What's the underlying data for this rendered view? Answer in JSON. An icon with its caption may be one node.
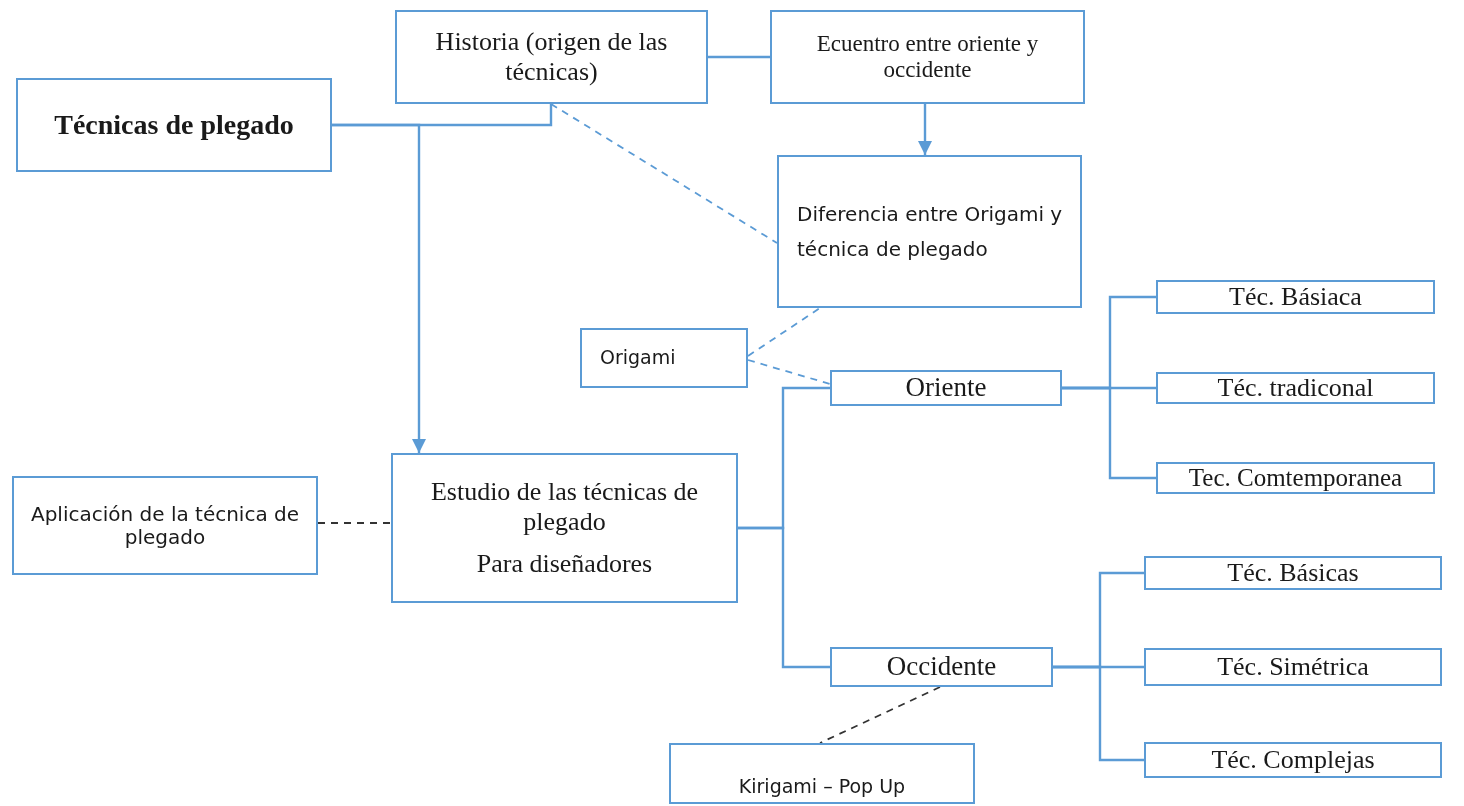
{
  "diagram": {
    "nodes": [
      {
        "text": [
          "Técnicas de plegado"
        ]
      },
      {
        "text": [
          "Historia (origen de las técnicas)"
        ]
      },
      {
        "text": [
          "Ecuentro entre oriente y occidente"
        ]
      },
      {
        "text": [
          "Diferencia entre Origami y técnica de plegado"
        ]
      },
      {
        "text": [
          "Origami"
        ]
      },
      {
        "text": [
          "Oriente"
        ]
      },
      {
        "text": [
          "Estudio de las técnicas de plegado",
          "Para diseñadores"
        ]
      },
      {
        "text": [
          "Aplicación de la técnica de plegado"
        ]
      },
      {
        "text": [
          "Occidente"
        ]
      },
      {
        "text": [
          "Kirigami – Pop Up"
        ]
      },
      {
        "text": [
          "Téc. Básiaca"
        ]
      },
      {
        "text": [
          "Téc. tradiconal"
        ]
      },
      {
        "text": [
          "Tec. Comtemporanea"
        ]
      },
      {
        "text": [
          "Téc. Básicas"
        ]
      },
      {
        "text": [
          "Téc. Simétrica"
        ]
      },
      {
        "text": [
          "Téc. Complejas"
        ]
      }
    ],
    "edges": [
      {
        "from": 0,
        "to": 1,
        "arrow": "none"
      },
      {
        "from": 1,
        "to": 2,
        "arrow": "none"
      },
      {
        "from": 2,
        "to": 3,
        "arrow": "to"
      },
      {
        "from": 0,
        "to": 6,
        "arrow": "to"
      },
      {
        "from": 1,
        "to": 3,
        "arrow": "none",
        "style": "dashed"
      },
      {
        "from": 4,
        "to": 3,
        "arrow": "none",
        "style": "dashed"
      },
      {
        "from": 4,
        "to": 5,
        "arrow": "none",
        "style": "dashed"
      },
      {
        "from": 6,
        "to": 5,
        "arrow": "none"
      },
      {
        "from": 6,
        "to": 8,
        "arrow": "none"
      },
      {
        "from": 7,
        "to": 6,
        "arrow": "none",
        "style": "dashed",
        "color": "#333333"
      },
      {
        "from": 8,
        "to": 9,
        "arrow": "none",
        "style": "dashed",
        "color": "#333333"
      },
      {
        "from": 5,
        "to": 10,
        "arrow": "none"
      },
      {
        "from": 5,
        "to": 11,
        "arrow": "none"
      },
      {
        "from": 5,
        "to": 12,
        "arrow": "none"
      },
      {
        "from": 8,
        "to": 13,
        "arrow": "none"
      },
      {
        "from": 8,
        "to": 14,
        "arrow": "none"
      },
      {
        "from": 8,
        "to": 15,
        "arrow": "none"
      }
    ]
  }
}
